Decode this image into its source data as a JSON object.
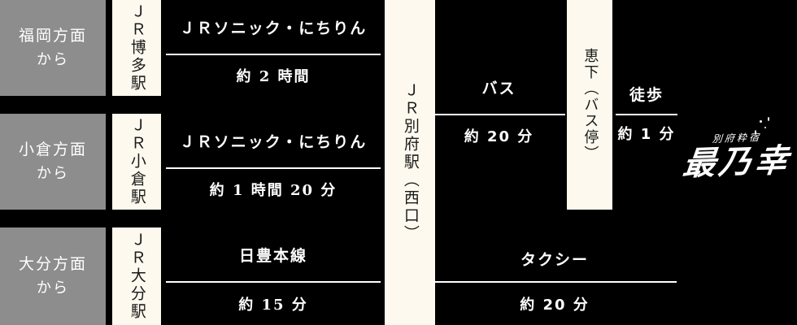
{
  "page": {
    "title": "別府 最乃幸 アクセス図",
    "background_color": "#000000",
    "origin_box_color": "#8d8d8d",
    "station_box_color": "#fdf9ef",
    "text_color_light": "#ffffff",
    "text_color_dark": "#1a1a18"
  },
  "routes": [
    {
      "origin_line1": "福岡方面",
      "origin_line2": "から",
      "station": "ＪＲ博多駅",
      "mode": "ＪＲソニック・にちりん",
      "duration": "約 2 時間"
    },
    {
      "origin_line1": "小倉方面",
      "origin_line2": "から",
      "station": "ＪＲ小倉駅",
      "mode": "ＪＲソニック・にちりん",
      "duration": "約 1 時間 20 分"
    },
    {
      "origin_line1": "大分方面",
      "origin_line2": "から",
      "station": "ＪＲ大分駅",
      "mode": "日豊本線",
      "duration": "約 15 分"
    }
  ],
  "hub": {
    "station": "ＪＲ別府駅（西口）"
  },
  "bus_route": {
    "mode": "バス",
    "duration": "約 20 分",
    "stop": "恵下（バス停）",
    "walk_mode": "徒歩",
    "walk_duration": "約 1 分"
  },
  "taxi_route": {
    "mode": "タクシー",
    "duration": "約 20 分"
  },
  "logo": {
    "sub": "別府粋宿",
    "main": "最乃幸"
  }
}
